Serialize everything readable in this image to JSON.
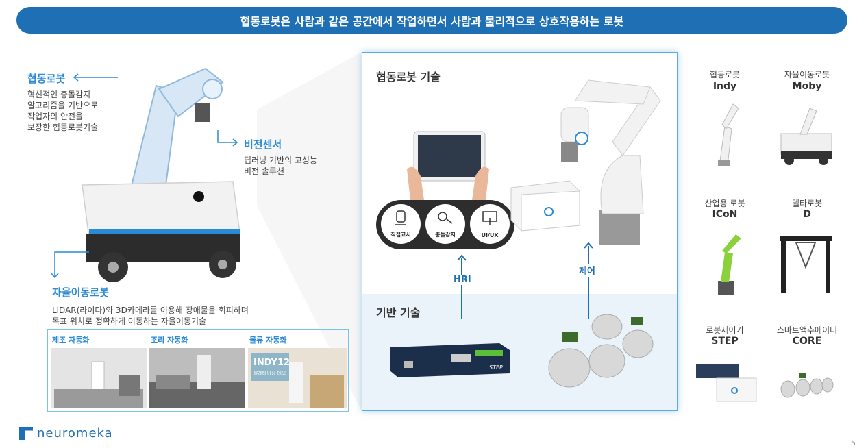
{
  "banner": "협동로봇은 사람과 같은 공간에서 작업하면서 사람과 물리적으로 상호작용하는 로봇",
  "left": {
    "cobot_title": "협동로봇",
    "cobot_desc": [
      "혁신적인 충돌감지",
      "알고리즘을 기반으로",
      "작업자의 안전을",
      "보장한 협동로봇기술"
    ],
    "vision_title": "비전센서",
    "vision_desc": [
      "딥러닝 기반의 고성능",
      "비전 솔루션"
    ],
    "amr_title": "자율이동로봇",
    "amr_desc": [
      "LiDAR(라이다)와 3D카메라를 이용해 장애물을 회피하며",
      "목표 위치로 정확하게 이동하는 자율이동기술"
    ],
    "apps": [
      "제조 자동화",
      "조리 자동화",
      "물류 자동화"
    ],
    "indy_sign": "INDY12",
    "indy_sub": "팔레타이징 데모"
  },
  "tech": {
    "title": "협동로봇 기술",
    "base_title": "기반 기술",
    "circles": [
      "직접교시",
      "충돌감지",
      "UI/UX"
    ],
    "hri": "HRI",
    "control": "제어",
    "ctrl_brand": "STEP"
  },
  "lineup": [
    {
      "name": "협동로봇",
      "model": "Indy"
    },
    {
      "name": "자율이동로봇",
      "model": "Moby"
    },
    {
      "name": "산업용 로봇",
      "model": "ICoN"
    },
    {
      "name": "델타로봇",
      "model": "D"
    },
    {
      "name": "로봇제어기",
      "model": "STEP"
    },
    {
      "name": "스마트액추에이터",
      "model": "CORE"
    }
  ],
  "logo": "neuromeka",
  "page_number": "5",
  "colors": {
    "brand": "#1f6fb4",
    "accent": "#2b8ad6",
    "industrial_green": "#8bd13c"
  }
}
